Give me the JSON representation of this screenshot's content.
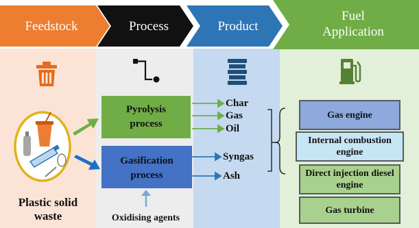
{
  "headers": {
    "feedstock": "Feedstock",
    "process": "Process",
    "product": "Product",
    "fuel_line1": "Fuel",
    "fuel_line2": "Application"
  },
  "icons": {
    "feedstock": "trash-bin-icon",
    "process": "flow-path-icon",
    "product": "oil-barrel-icon",
    "fuel": "fuel-pump-icon",
    "waste": "plastic-waste-icon"
  },
  "feedstock": {
    "label_line1": "Plastic solid",
    "label_line2": "waste"
  },
  "processes": {
    "pyrolysis_line1": "Pyrolysis",
    "pyrolysis_line2": "process",
    "gasification_line1": "Gasification",
    "gasification_line2": "process",
    "agent": "Oxidising agents"
  },
  "products": {
    "pyrolysis": [
      "Char",
      "Gas",
      "Oil"
    ],
    "gasification": [
      "Syngas",
      "Ash"
    ]
  },
  "applications": [
    "Gas engine",
    "Internal combustion engine",
    "Direct injection diesel engine",
    "Gas turbine"
  ],
  "colors": {
    "feedstock": "#ed7d31",
    "process": "#111111",
    "product": "#2e75b6",
    "fuel": "#70ad47",
    "pyrolysis_box": "#70ad47",
    "gasification_box": "#4472c4",
    "col_feedstock_bg": "#fbe4d5",
    "col_process_bg": "#ededed",
    "col_product_bg": "#c5daf0",
    "col_fuel_bg": "#e2efd9"
  }
}
